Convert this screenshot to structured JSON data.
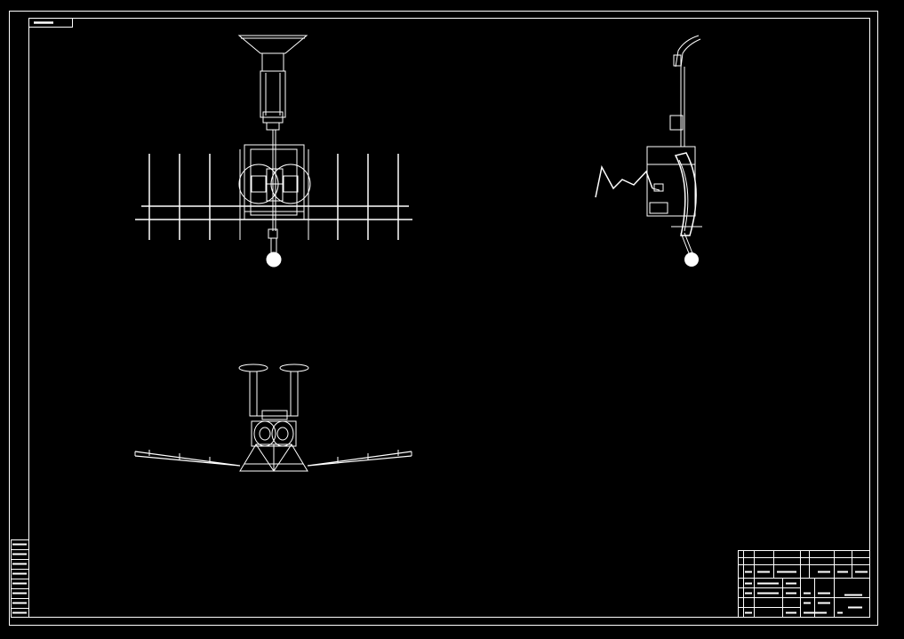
{
  "colors": {
    "background": "#000000",
    "line": "#ffffff"
  },
  "sheet": {
    "frames": [
      "outer-border",
      "inner-border"
    ],
    "views": [
      "front-view",
      "side-view",
      "top-view"
    ]
  },
  "stamp_box_text": "",
  "left_strip_text": [
    "",
    "",
    "",
    "",
    "",
    "",
    "",
    ""
  ],
  "title_block_text": {
    "header_row": [
      "",
      "",
      "",
      "",
      "",
      "",
      "",
      ""
    ],
    "drawing_name": "",
    "drawing_number": ""
  }
}
